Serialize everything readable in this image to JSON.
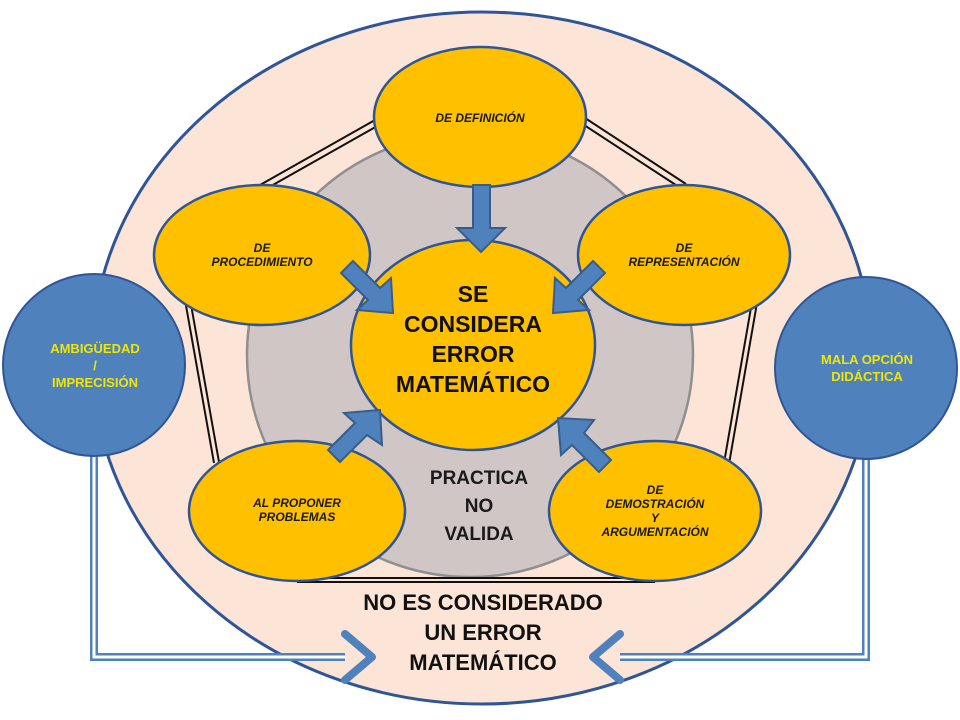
{
  "colors": {
    "outer_fill": "#fce4d6",
    "outer_stroke": "#2f5597",
    "inner_fill": "#d0c6c5",
    "inner_stroke": "#8f8f8f",
    "node_fill": "#ffc000",
    "node_stroke": "#2f5597",
    "arrow_fill": "#4f81bd",
    "arrow_stroke": "#385d8a",
    "side_fill": "#4f81bd",
    "side_text": "#f2e600"
  },
  "nodes": {
    "definicion": {
      "lines": [
        "DE DEFINICIÓN"
      ]
    },
    "procedimiento": {
      "lines": [
        "DE",
        "PROCEDIMIENTO"
      ]
    },
    "representacion": {
      "lines": [
        "DE",
        "REPRESENTACIÓN"
      ]
    },
    "problemas": {
      "lines": [
        "AL PROPONER",
        "PROBLEMAS"
      ]
    },
    "demostracion": {
      "lines": [
        "DE",
        "DEMOSTRACIÓN",
        "Y",
        "ARGUMENTACIÓN"
      ]
    }
  },
  "center": {
    "lines": [
      "SE",
      "CONSIDERA",
      "ERROR",
      "MATEMÁTICO"
    ]
  },
  "practice": {
    "lines": [
      "PRACTICA",
      "NO",
      "VALIDA"
    ]
  },
  "bottom": {
    "lines": [
      "NO ES  CONSIDERADO",
      "UN  ERROR",
      "MATEMÁTICO"
    ]
  },
  "side_left": {
    "lines": [
      "AMBIGÜEDAD",
      "/",
      "IMPRECISIÓN"
    ]
  },
  "side_right": {
    "lines": [
      "MALA OPCIÓN",
      "DIDÁCTICA"
    ]
  }
}
